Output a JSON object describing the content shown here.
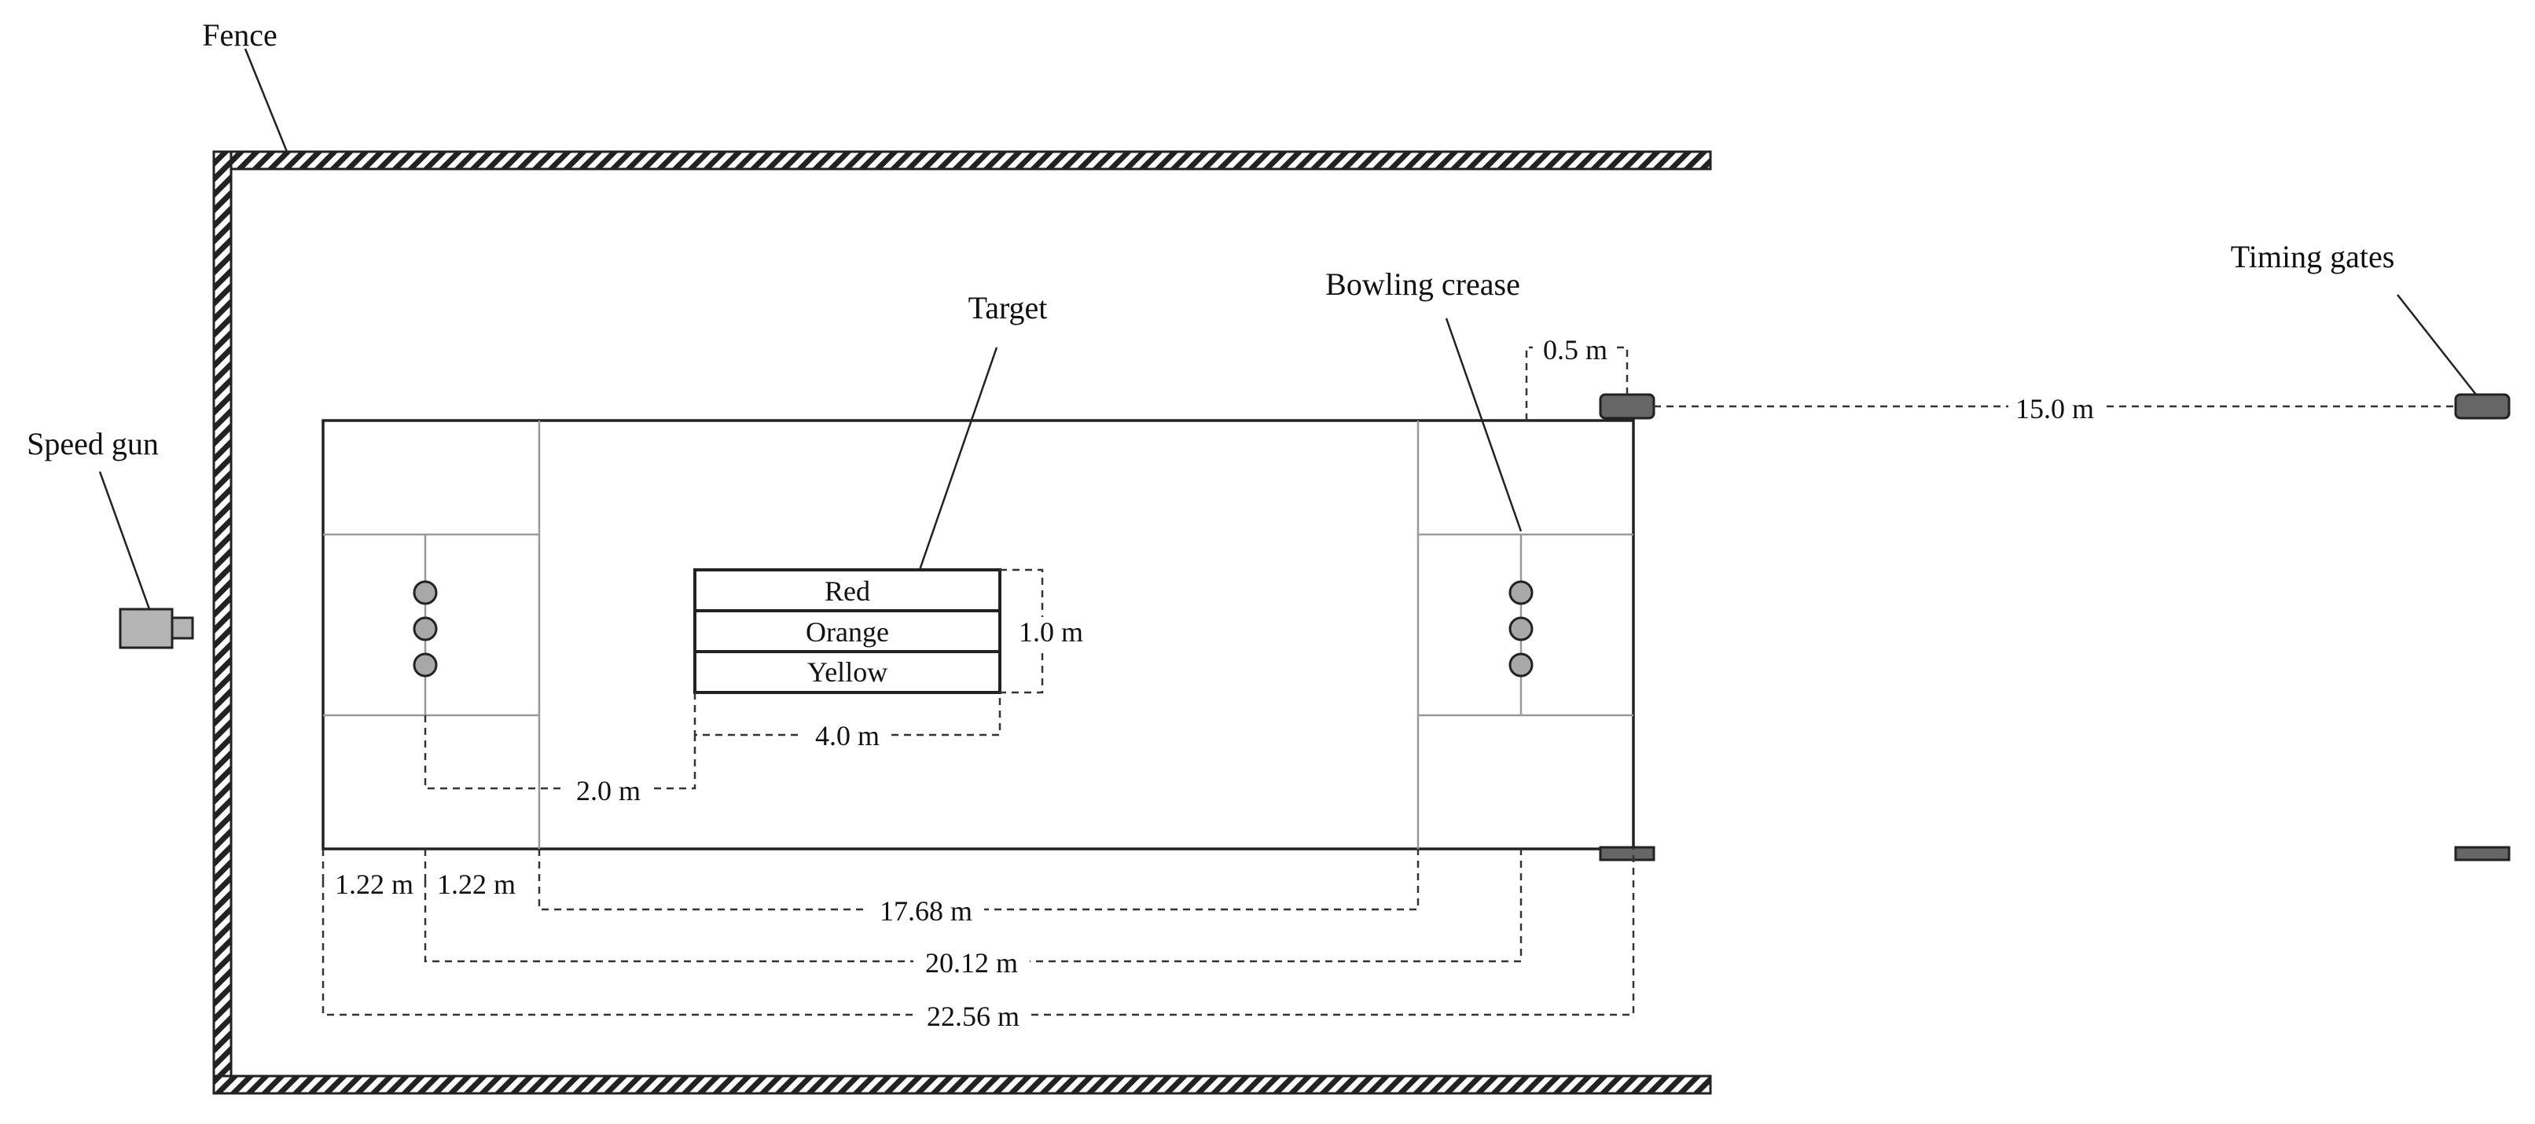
{
  "labels": {
    "fence": "Fence",
    "speed_gun": "Speed gun",
    "target": "Target",
    "bowling_crease": "Bowling crease",
    "timing_gates": "Timing gates"
  },
  "target_zones": [
    "Red",
    "Orange",
    "Yellow"
  ],
  "dimensions": {
    "d_0_5": "0.5 m",
    "d_15_0": "15.0 m",
    "d_1_0": "1.0 m",
    "d_4_0": "4.0 m",
    "d_2_0": "2.0 m",
    "d_1_22_a": "1.22 m",
    "d_1_22_b": "1.22 m",
    "d_17_68": "17.68 m",
    "d_20_12": "20.12 m",
    "d_22_56": "22.56 m"
  },
  "colors": {
    "line": "#222222",
    "grid_line": "#aaaaaa",
    "device_fill": "#666666",
    "stump_fill": "#a8a8a8",
    "gun_fill": "#b4b4b4"
  }
}
